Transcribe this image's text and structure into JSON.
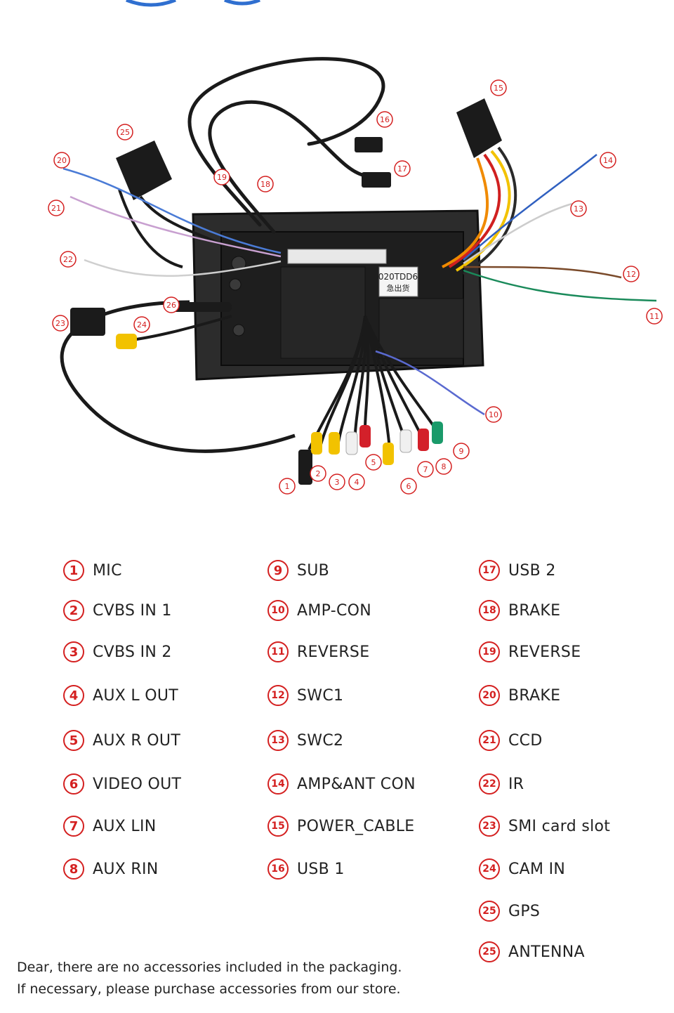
{
  "legend": [
    {
      "num": "1",
      "label": "MIC"
    },
    {
      "num": "2",
      "label": "CVBS IN 1"
    },
    {
      "num": "3",
      "label": "CVBS IN 2"
    },
    {
      "num": "4",
      "label": "AUX L OUT"
    },
    {
      "num": "5",
      "label": "AUX R OUT"
    },
    {
      "num": "6",
      "label": "VIDEO OUT"
    },
    {
      "num": "7",
      "label": "AUX LIN"
    },
    {
      "num": "8",
      "label": "AUX RIN"
    },
    {
      "num": "9",
      "label": "SUB"
    },
    {
      "num": "10",
      "label": "AMP-CON"
    },
    {
      "num": "11",
      "label": "REVERSE"
    },
    {
      "num": "12",
      "label": "SWC1"
    },
    {
      "num": "13",
      "label": "SWC2"
    },
    {
      "num": "14",
      "label": "AMP&ANT CON"
    },
    {
      "num": "15",
      "label": "POWER_CABLE"
    },
    {
      "num": "16",
      "label": "USB 1"
    },
    {
      "num": "17",
      "label": "USB 2"
    },
    {
      "num": "18",
      "label": "BRAKE"
    },
    {
      "num": "19",
      "label": "REVERSE"
    },
    {
      "num": "20",
      "label": "BRAKE"
    },
    {
      "num": "21",
      "label": "CCD"
    },
    {
      "num": "22",
      "label": "IR"
    },
    {
      "num": "23",
      "label": "SMI card slot"
    },
    {
      "num": "24",
      "label": "CAM IN"
    },
    {
      "num": "25",
      "label": "GPS"
    },
    {
      "num": "25",
      "label": "ANTENNA"
    }
  ],
  "photo": {
    "sticker_line1": "020TDD6",
    "sticker_line2": "急出货"
  },
  "note": {
    "line1": "Dear, there are no accessories included in the packaging.",
    "line2": "If necessary, please purchase accessories from our store."
  },
  "colors": {
    "accent_red": "#d42020",
    "unit_body": "#2a2a2a",
    "rca_red": "#d3202a",
    "rca_yellow": "#f2c200",
    "rca_white": "#f0f0f0",
    "rca_green": "#1a9a6a"
  }
}
